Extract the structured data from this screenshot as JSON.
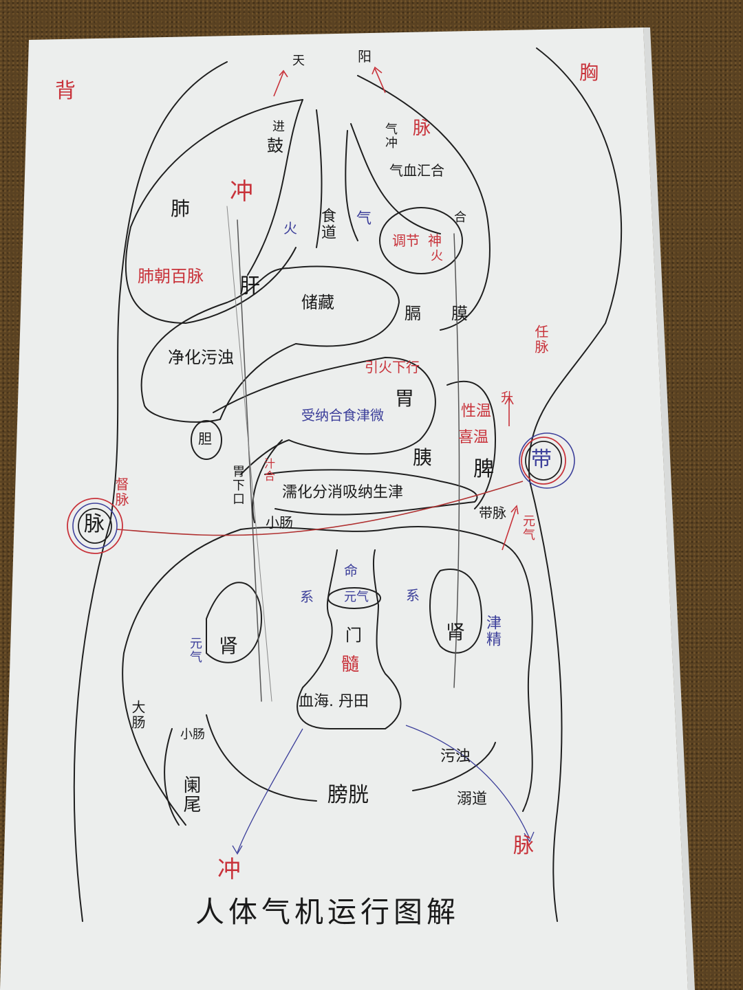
{
  "title": "人体气机运行图解",
  "colors": {
    "background": "#5a4222",
    "paper": "#eceeed",
    "ink_black": "#1a1a1a",
    "ink_red": "#c8323a",
    "ink_blue": "#3c3f9a"
  },
  "corners": {
    "back": "背",
    "chest": "胸"
  },
  "top": {
    "heaven": "天",
    "yang": "阳",
    "advance": "进",
    "drum": "鼓",
    "qi_chong": "气冲",
    "mai": "脉",
    "qi_blood_merge": "气血汇合",
    "merge": "合"
  },
  "upper": {
    "lung": "肺",
    "chong": "冲",
    "fire": "火",
    "esophagus": "食道",
    "qi": "气",
    "regulate": "调节",
    "spirit": "神",
    "fire2": "火",
    "lung_meets_vessels": "肺朝百脉"
  },
  "middle": {
    "liver": "肝",
    "storage": "储藏",
    "diaphragm_1": "膈",
    "diaphragm_2": "膜",
    "purify": "净化污浊",
    "descend_fire": "引火下行",
    "stomach": "胃",
    "stomach_receive": "受纳合食津微",
    "gallbladder": "胆",
    "nature_warm": "性温",
    "likes_warm": "喜温",
    "pancreas": "胰",
    "spleen": "脾",
    "ren_mai": "任脉",
    "rise": "升"
  },
  "lower": {
    "pylorus": "胃下口",
    "combine": "汁合",
    "digest": "濡化分消吸纳生津",
    "small_intestine": "小肠",
    "du_mai_label": "督脉",
    "mai_circle": "脉",
    "dai_circle": "带",
    "dai_mai": "带脉",
    "yuan_qi_right": "元气",
    "life": "命",
    "yuan_qi_center": "元气",
    "gate": "门",
    "marrow": "髓",
    "connect_left": "系",
    "connect_right": "系",
    "kidney_left": "肾",
    "kidney_right": "肾",
    "yuan_qi_left": "元气",
    "essence": "津精",
    "blood_sea": "血海. 丹田"
  },
  "bottom": {
    "large_intestine": "大肠",
    "small_intestine": "小肠",
    "appendix": "阑尾",
    "bladder": "膀胱",
    "turbid": "污浊",
    "urethra": "溺道",
    "chong_bottom": "冲",
    "mai_bottom": "脉"
  }
}
